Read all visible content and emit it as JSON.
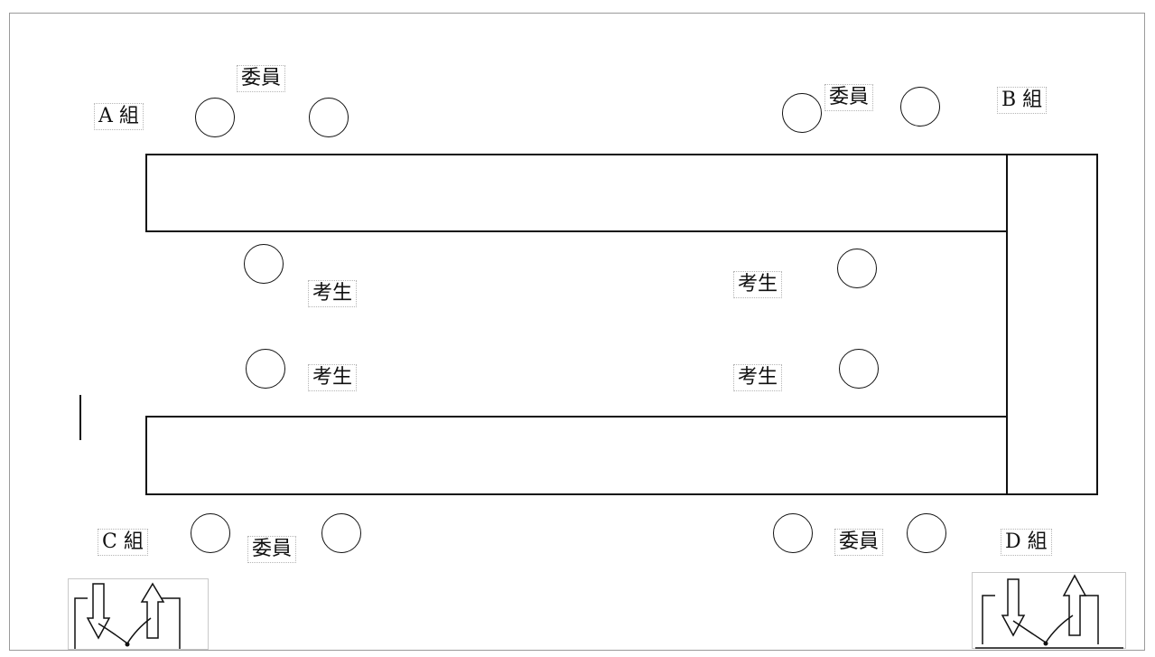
{
  "groups": {
    "a": "A 組",
    "b": "B 組",
    "c": "C 組",
    "d": "D 組"
  },
  "committee": {
    "top_left": "委員",
    "top_right": "委員",
    "bottom_left": "委員",
    "bottom_right": "委員"
  },
  "candidates": {
    "left_upper": "考生",
    "left_lower": "考生",
    "right_upper": "考生",
    "right_lower": "考生"
  },
  "icons": [
    "door-icon-left",
    "door-icon-right"
  ]
}
